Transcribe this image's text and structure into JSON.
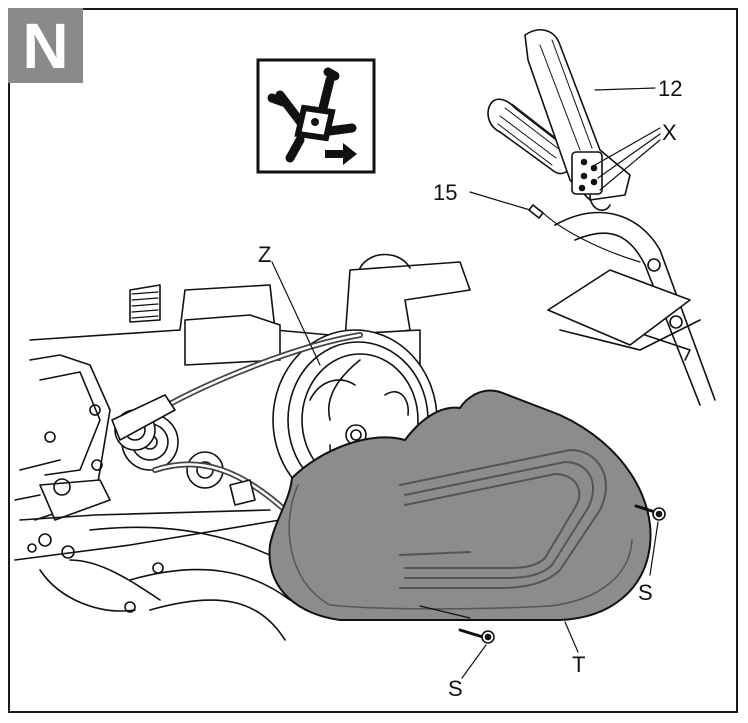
{
  "section_badge": "N",
  "colors": {
    "badge": "#8a8a8a",
    "cover": "#8c8c8c",
    "line": "#111111"
  },
  "icon": "tiller-tines-rotation-icon",
  "callouts": {
    "z": "Z",
    "handle": "12",
    "x": "X",
    "cable": "15",
    "screw_right": "S",
    "screw_bottom": "S",
    "cover": "T"
  }
}
